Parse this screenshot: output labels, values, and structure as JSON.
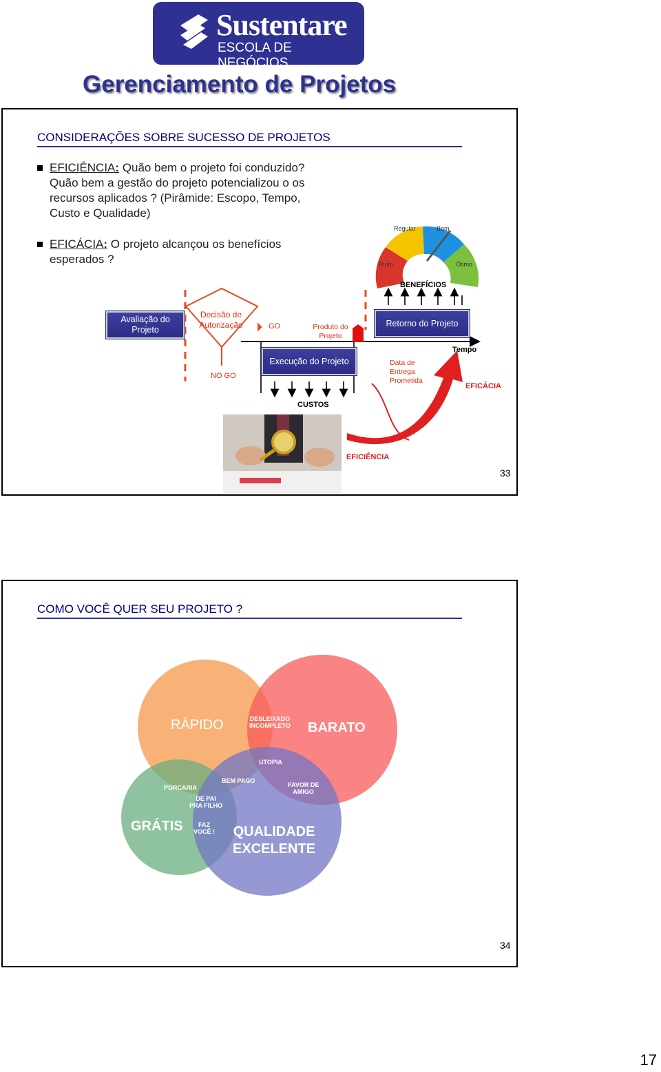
{
  "logo": {
    "name": "Sustentare",
    "subtitle": "ESCOLA DE NEGÓCIOS"
  },
  "title": "Gerenciamento de Projetos",
  "slide1": {
    "heading": "CONSIDERAÇÕES SOBRE SUCESSO DE PROJETOS",
    "bullet1": {
      "term": "EFICIÊNCIA",
      "colon": ":",
      "line1": " Quão bem o projeto foi conduzido?",
      "line2": "Quão bem a gestão do projeto potencializou o os",
      "line3": "recursos aplicados ? (Pirâmide: Escopo, Tempo,",
      "line4": "Custo e Qualidade)"
    },
    "bullet2": {
      "term": "EFICÁCIA",
      "colon": ":",
      "line1": " O projeto alcançou os benefícios",
      "line2": "esperados ?"
    },
    "gauge": {
      "labels": [
        "Ruim",
        "Regular",
        "Bom",
        "Ótimo"
      ],
      "colors": [
        "#d9352a",
        "#f5c400",
        "#1e90e0",
        "#7cc040"
      ]
    },
    "diagram": {
      "benefits": "BENEFÍCIOS",
      "box_avaliacao": "Avaliação do Projeto",
      "decisao": "Decisão de Autorização",
      "go": "GO",
      "no_go": "NO GO",
      "produto": "Produto do Projeto",
      "box_retorno": "Retorno do Projeto",
      "box_execucao": "Execução do Projeto",
      "data_entrega": "Data de Entrega Prometida",
      "tempo": "Tempo",
      "eficacia": "EFICÁCIA",
      "custos": "CUSTOS",
      "eficiencia": "EFICIÊNCIA"
    },
    "page": "33"
  },
  "slide2": {
    "heading": "COMO VOCÊ QUER SEU PROJETO ?",
    "venn": {
      "rapido": "RÁPIDO",
      "barato": "BARATO",
      "gratis": "GRÁTIS",
      "qualidade1": "QUALIDADE",
      "qualidade2": "EXCELENTE",
      "desleixado1": "DESLEIXADO",
      "desleixado2": "INCOMPLETO",
      "utopia": "UTOPIA",
      "porcaria": "PORCARIA",
      "bem_pago": "BEM PAGO",
      "favor1": "FAVOR DE",
      "favor2": "AMIGO",
      "pai1": "DE PAI",
      "pai2": "PRA FILHO",
      "faz1": "FAZ",
      "faz2": "VOCÊ !",
      "colors": {
        "rapido": "#f7a560",
        "barato": "#f85a5a",
        "gratis": "#6aad7e",
        "qualidade": "#7275c4"
      }
    },
    "page": "34"
  },
  "page_number": "17"
}
